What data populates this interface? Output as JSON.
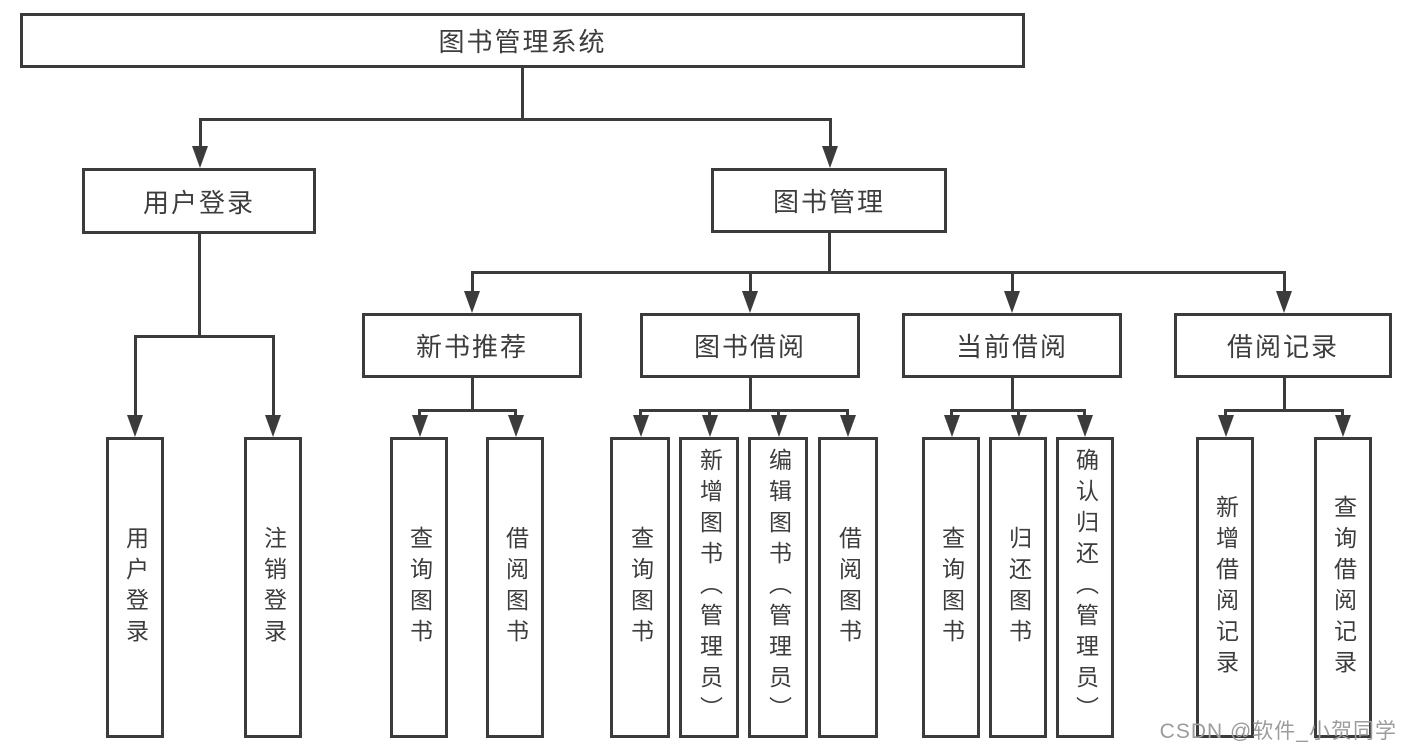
{
  "diagram": {
    "root": {
      "label": "图书管理系统"
    },
    "user_login": {
      "label": "用户登录",
      "children": [
        {
          "label": "用户登录"
        },
        {
          "label": "注销登录"
        }
      ]
    },
    "book_mgmt": {
      "label": "图书管理",
      "sections": [
        {
          "label": "新书推荐",
          "children": [
            {
              "label": "查询图书"
            },
            {
              "label": "借阅图书"
            }
          ]
        },
        {
          "label": "图书借阅",
          "children": [
            {
              "label": "查询图书"
            },
            {
              "label": "新增图书（管理员）"
            },
            {
              "label": "编辑图书（管理员）"
            },
            {
              "label": "借阅图书"
            }
          ]
        },
        {
          "label": "当前借阅",
          "children": [
            {
              "label": "查询图书"
            },
            {
              "label": "归还图书"
            },
            {
              "label": "确认归还（管理员）"
            }
          ]
        },
        {
          "label": "借阅记录",
          "children": [
            {
              "label": "新增借阅记录"
            },
            {
              "label": "查询借阅记录"
            }
          ]
        }
      ]
    }
  },
  "watermark": {
    "text": "CSDN @软件_小贺同学"
  },
  "colors": {
    "line": "#3b3b3b",
    "text": "#3d3d3d",
    "watermark": "#9c9c9c",
    "background": "#ffffff"
  }
}
